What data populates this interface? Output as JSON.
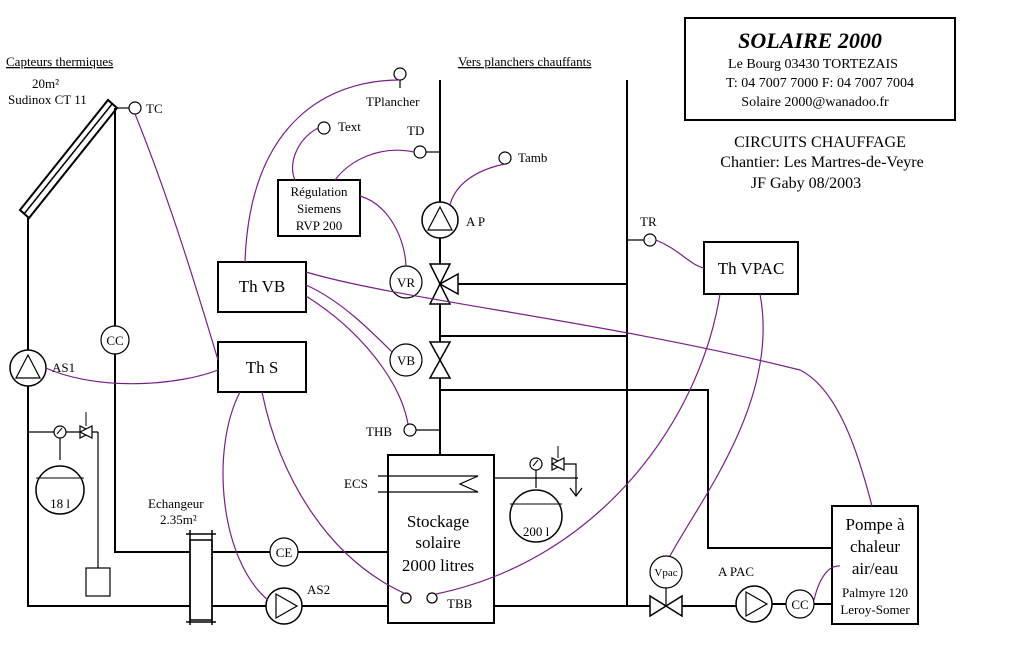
{
  "company": {
    "name": "SOLAIRE 2000",
    "address": "Le Bourg 03430 TORTEZAIS",
    "phone_fax": "T: 04 7007 7000     F: 04 7007 7004",
    "email": "Solaire 2000@wanadoo.fr"
  },
  "project": {
    "title": "CIRCUITS CHAUFFAGE",
    "site": "Chantier: Les Martres-de-Veyre",
    "author_date": "JF Gaby  08/2003"
  },
  "collector": {
    "title": "Capteurs thermiques",
    "area": "20m²",
    "model": "Sudinox CT 11"
  },
  "heading_floor": "Vers planchers chauffants",
  "labels": {
    "tc": "TC",
    "tplancher": "TPlancher",
    "text": "Text",
    "td": "TD",
    "tamb": "Tamb",
    "ap": "A P",
    "tr": "TR",
    "tvpac_box": "Th VPAC",
    "vr": "VR",
    "vb": "VB",
    "thvb": "Th VB",
    "ths": "Th S",
    "cc1": "CC",
    "as1": "AS1",
    "thb": "THB",
    "ecs": "ECS",
    "tbb": "TBB",
    "vpac": "Vpac",
    "apac": "A PAC",
    "cc2": "CC",
    "ce": "CE",
    "as2": "AS2",
    "vessel1": "18 l",
    "vessel2": "200 l"
  },
  "regulation": [
    "Régulation",
    "Siemens",
    "RVP 200"
  ],
  "exchanger": [
    "Echangeur",
    "2.35m²"
  ],
  "storage": [
    "Stockage",
    "solaire",
    "2000 litres"
  ],
  "heat_pump": [
    "Pompe à",
    "chaleur",
    "air/eau"
  ],
  "heat_pump_model": [
    "Palmyre 120",
    "Leroy-Somer"
  ]
}
